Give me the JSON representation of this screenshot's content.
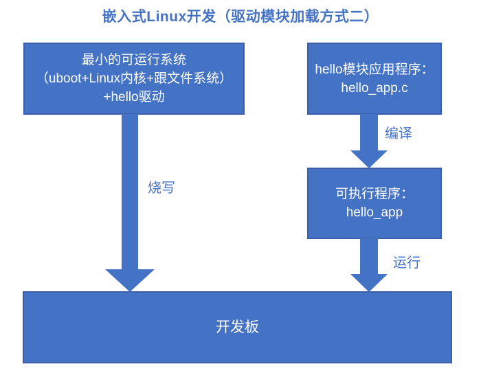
{
  "title": "嵌入式Linux开发（驱动模块加载方式二）",
  "colors": {
    "box_fill": "#4472C4",
    "box_border": "#3A5FA8",
    "box_text": "#FFFFFF",
    "accent_text": "#4472C4",
    "background": "#FFFFFF"
  },
  "boxes": {
    "minimal_system": {
      "lines": [
        "最小的可运行系统",
        "（uboot+Linux内核+跟文件系统）",
        "+hello驱动"
      ]
    },
    "hello_app_source": {
      "lines": [
        "hello模块应用程序：",
        "hello_app.c"
      ]
    },
    "executable": {
      "lines": [
        "可执行程序：",
        "hello_app"
      ]
    },
    "dev_board": {
      "label": "开发板"
    }
  },
  "arrows": {
    "burn_label": "烧写",
    "compile_label": "编译",
    "run_label": "运行"
  }
}
